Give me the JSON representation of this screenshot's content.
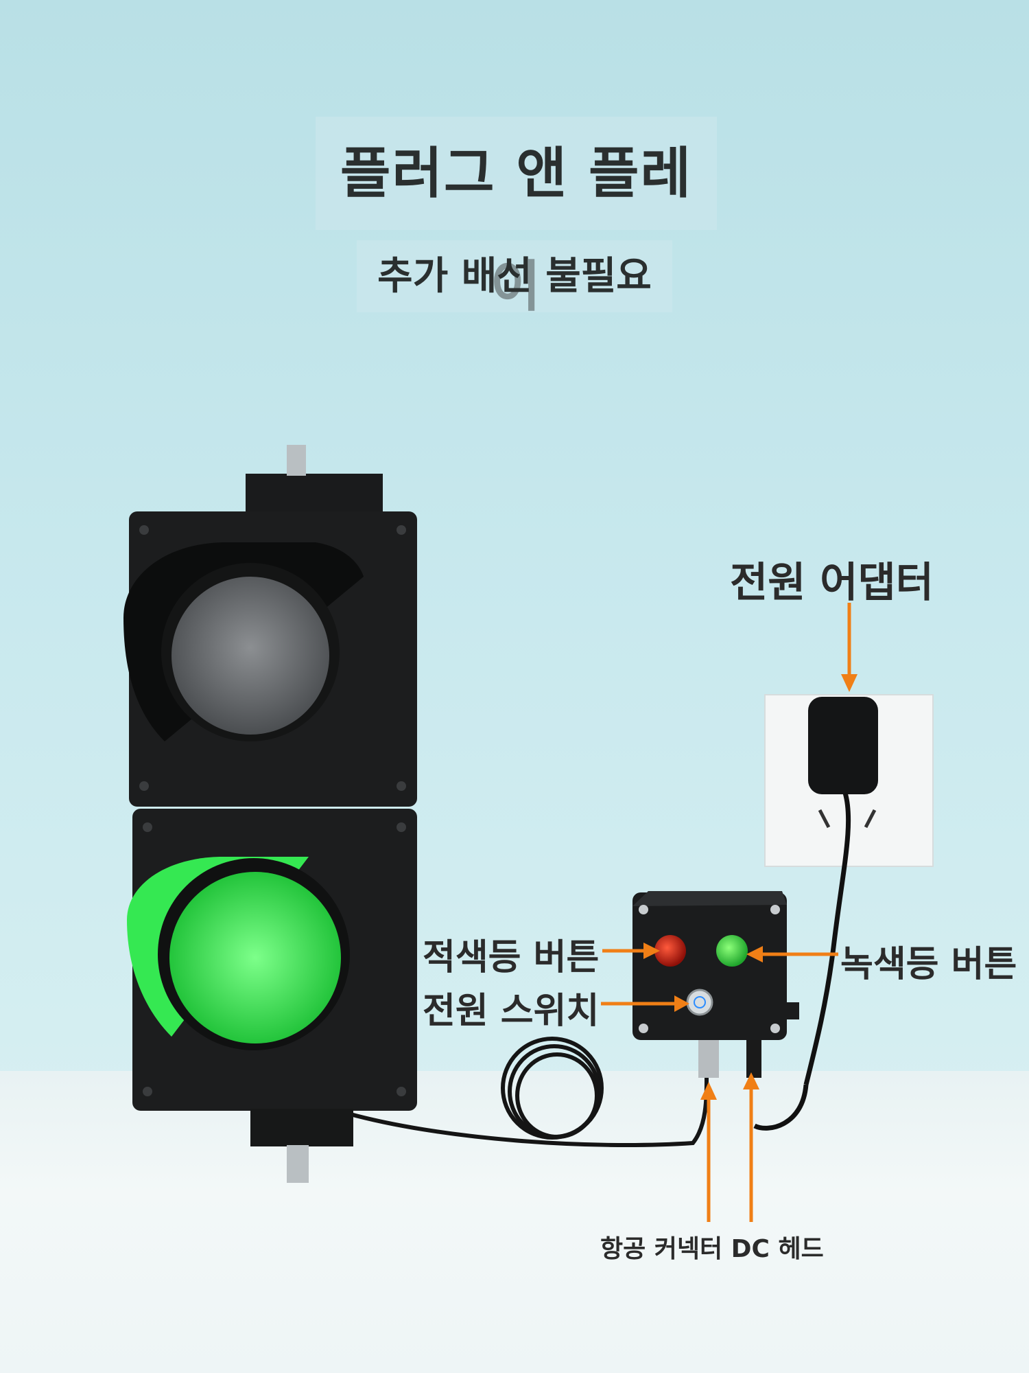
{
  "title": "플러그 앤 플레이",
  "subtitle": "추가 배선 불필요",
  "labels": {
    "power_adapter": "전원 어댑터",
    "red_button": "적색등 버튼",
    "power_switch": "전원 스위치",
    "green_button": "녹색등 버튼",
    "connectors": "항공 커넥터 DC 헤드"
  },
  "colors": {
    "arrow": "#f07f16",
    "green_light": "#3df05a",
    "red_button": "#c21a12",
    "housing": "#1c1d1e"
  }
}
